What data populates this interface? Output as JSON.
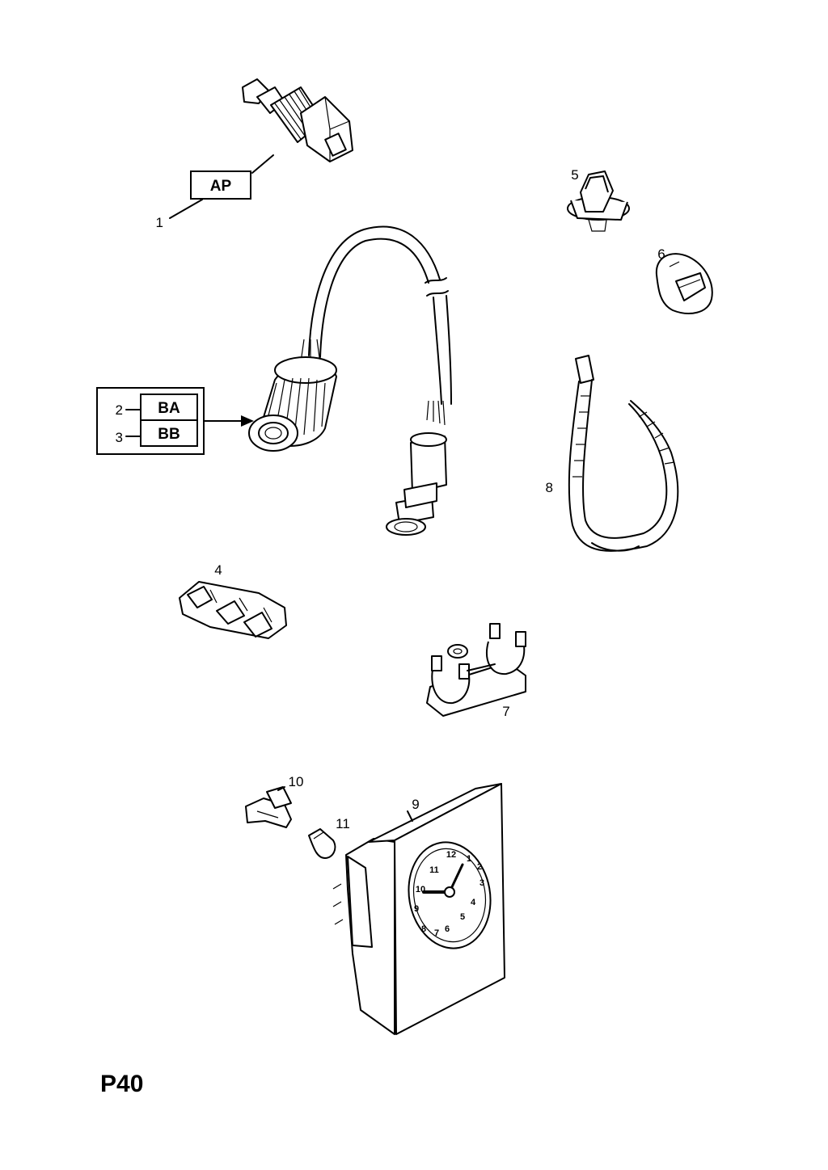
{
  "callouts": {
    "c1": "1",
    "c2": "2",
    "c3": "3",
    "c4": "4",
    "c5": "5",
    "c6": "6",
    "c7": "7",
    "c8": "8",
    "c9": "9",
    "c10": "10",
    "c11": "11"
  },
  "code_boxes": {
    "ap": "AP",
    "ba": "BA",
    "bb": "BB"
  },
  "clock_numerals": [
    "12",
    "1",
    "2",
    "3",
    "4",
    "5",
    "6",
    "7",
    "8",
    "9",
    "10",
    "11"
  ],
  "page_label": "P40"
}
